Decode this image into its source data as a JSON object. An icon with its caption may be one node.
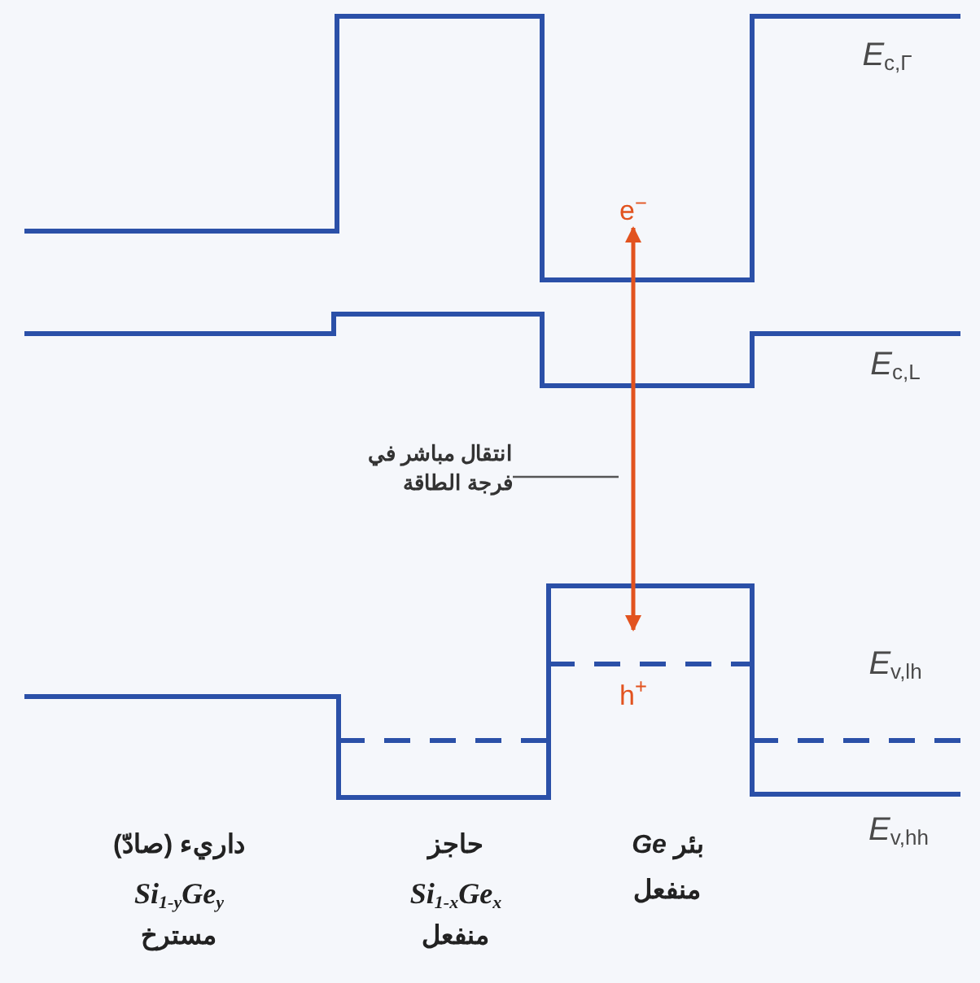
{
  "diagram": {
    "nodes": [
      {
        "text": [
          "e$^{−}$"
        ]
      },
      {
        "text": [
          "h$^{+}$"
        ]
      },
      {
        "text": [
          "انتقال مباشر في فرجة الطاقة"
        ]
      }
    ],
    "edges": [
      {
        "from": 0,
        "to": 1,
        "arrow": "both",
        "color": "#e2531f"
      },
      {
        "from": 2,
        "to": null,
        "arrow": "none",
        "color": "#555555"
      }
    ],
    "labels": [
      "E$_{c,Γ}$",
      "E$_{c,L}$",
      "E$_{v,lh}$",
      "E$_{v,hh}$",
      "داريء (صادّ)",
      "حاجز",
      "بئر *Ge*",
      "Si$_{1-y}$Ge$_{y}$",
      "Si$_{1-x}$Ge$_{x}$",
      "منفعل",
      "مسترخ",
      "منفعل"
    ]
  }
}
